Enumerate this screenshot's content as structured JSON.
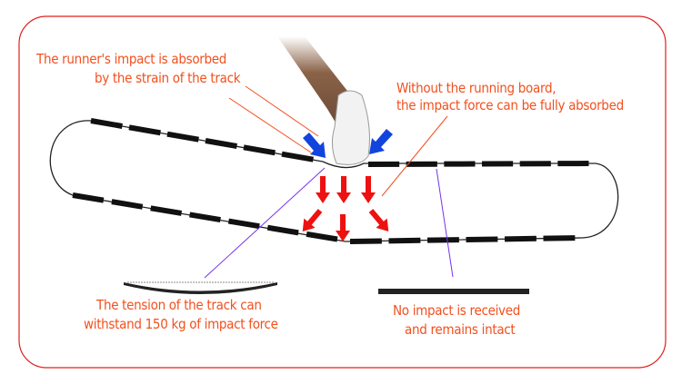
{
  "labels": {
    "impact_absorbed": [
      "The runner's impact is absorbed",
      "by the strain of the track"
    ],
    "no_running_board": [
      "Without the running board,",
      "the impact force can be fully absorbed"
    ],
    "tension": [
      "The tension of the track  can",
      "withstand 150 kg of impact force"
    ],
    "no_impact": [
      "No impact is received",
      "and remains intact"
    ]
  },
  "colors": {
    "text": "#f2501e",
    "border": "#e02020",
    "force_arrows": "#ee1111",
    "impact_arrows": "#1144dd",
    "pointer_purple": "#7733ee",
    "pointer_orange": "#f2501e"
  }
}
